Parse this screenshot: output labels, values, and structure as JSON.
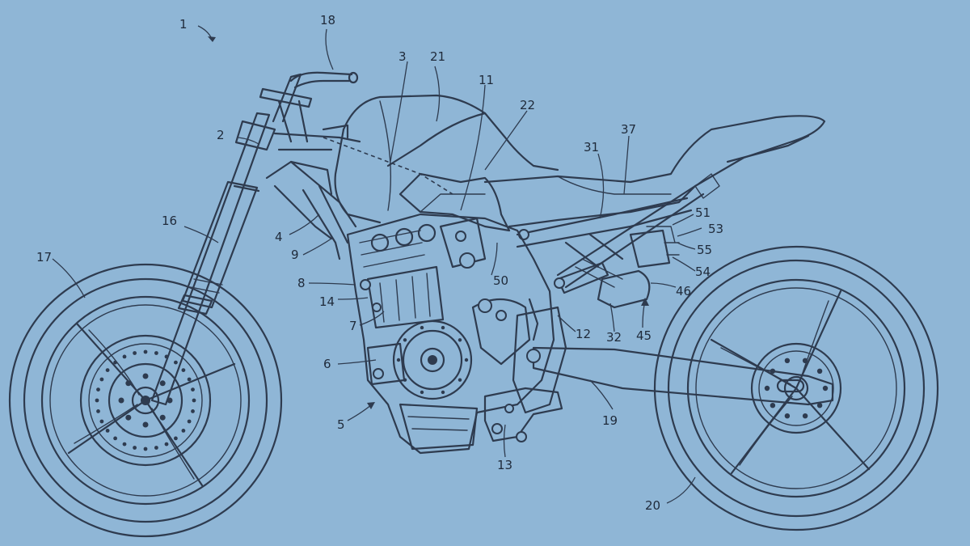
{
  "background_color": "#8fb6d6",
  "line_color": "#2e3b4f",
  "reference_numerals": [
    "1",
    "2",
    "3",
    "4",
    "5",
    "6",
    "7",
    "8",
    "9",
    "11",
    "12",
    "13",
    "14",
    "16",
    "17",
    "18",
    "19",
    "20",
    "21",
    "22",
    "31",
    "32",
    "37",
    "45",
    "46",
    "50",
    "51",
    "53",
    "54",
    "55"
  ]
}
